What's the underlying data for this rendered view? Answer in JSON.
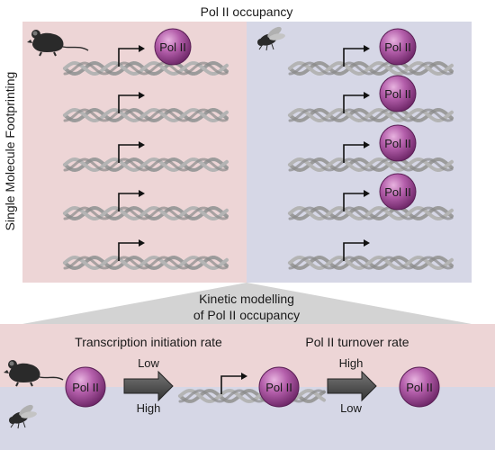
{
  "top": {
    "title": "Pol II occupancy",
    "side_label": "Single Molecule Footprinting",
    "panels": [
      {
        "organism": "mouse-icon",
        "pol2_on_strands": [
          true,
          false,
          false,
          false,
          false
        ]
      },
      {
        "organism": "fly-icon",
        "pol2_on_strands": [
          true,
          true,
          true,
          true,
          false
        ]
      }
    ]
  },
  "pol2_label": "Pol II",
  "modelling": {
    "title_line1": "Kinetic modelling",
    "title_line2": "of Pol II occupancy"
  },
  "bottom": {
    "initiation_label": "Transcription initiation rate",
    "turnover_label": "Pol II turnover rate",
    "initiation_top": "Low",
    "initiation_bottom": "High",
    "turnover_top": "High",
    "turnover_bottom": "Low"
  },
  "colors": {
    "mouse_bg": "#edd5d6",
    "fly_bg": "#d6d7e6",
    "pol2_fill": "#a14d97",
    "pol2_edge": "#5a1f55",
    "dna": "#9b9b9b",
    "fan": "#d3d3d3"
  }
}
